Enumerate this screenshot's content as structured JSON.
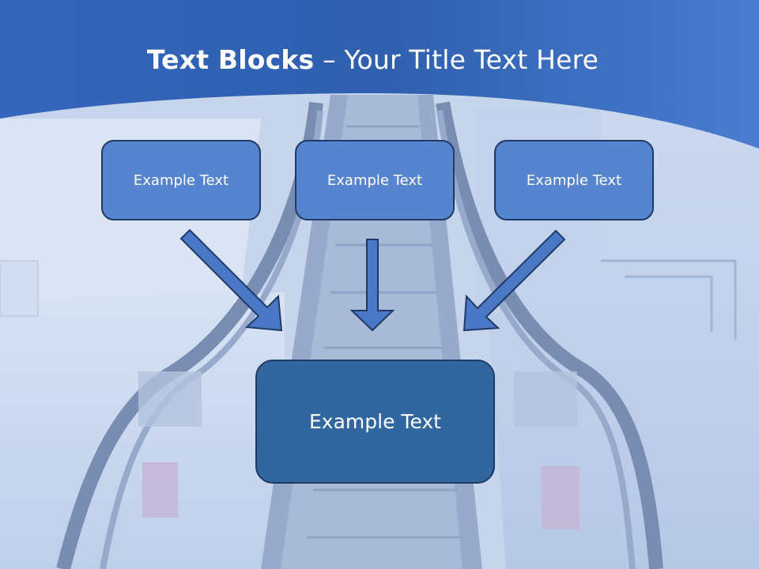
{
  "slide": {
    "title_bold": "Text Blocks",
    "title_dash": " – ",
    "title_rest": "Your Title Text Here",
    "boxes": [
      {
        "label": "Example Text"
      },
      {
        "label": "Example Text"
      },
      {
        "label": "Example Text"
      }
    ],
    "main_box": {
      "label": "Example Text"
    }
  },
  "colors": {
    "title_band": "#3f6fc4",
    "small_box_fill": "#5684cf",
    "main_box_fill": "#31669e",
    "box_border": "#1f3a66",
    "arrow_fill": "#4a78c6"
  }
}
